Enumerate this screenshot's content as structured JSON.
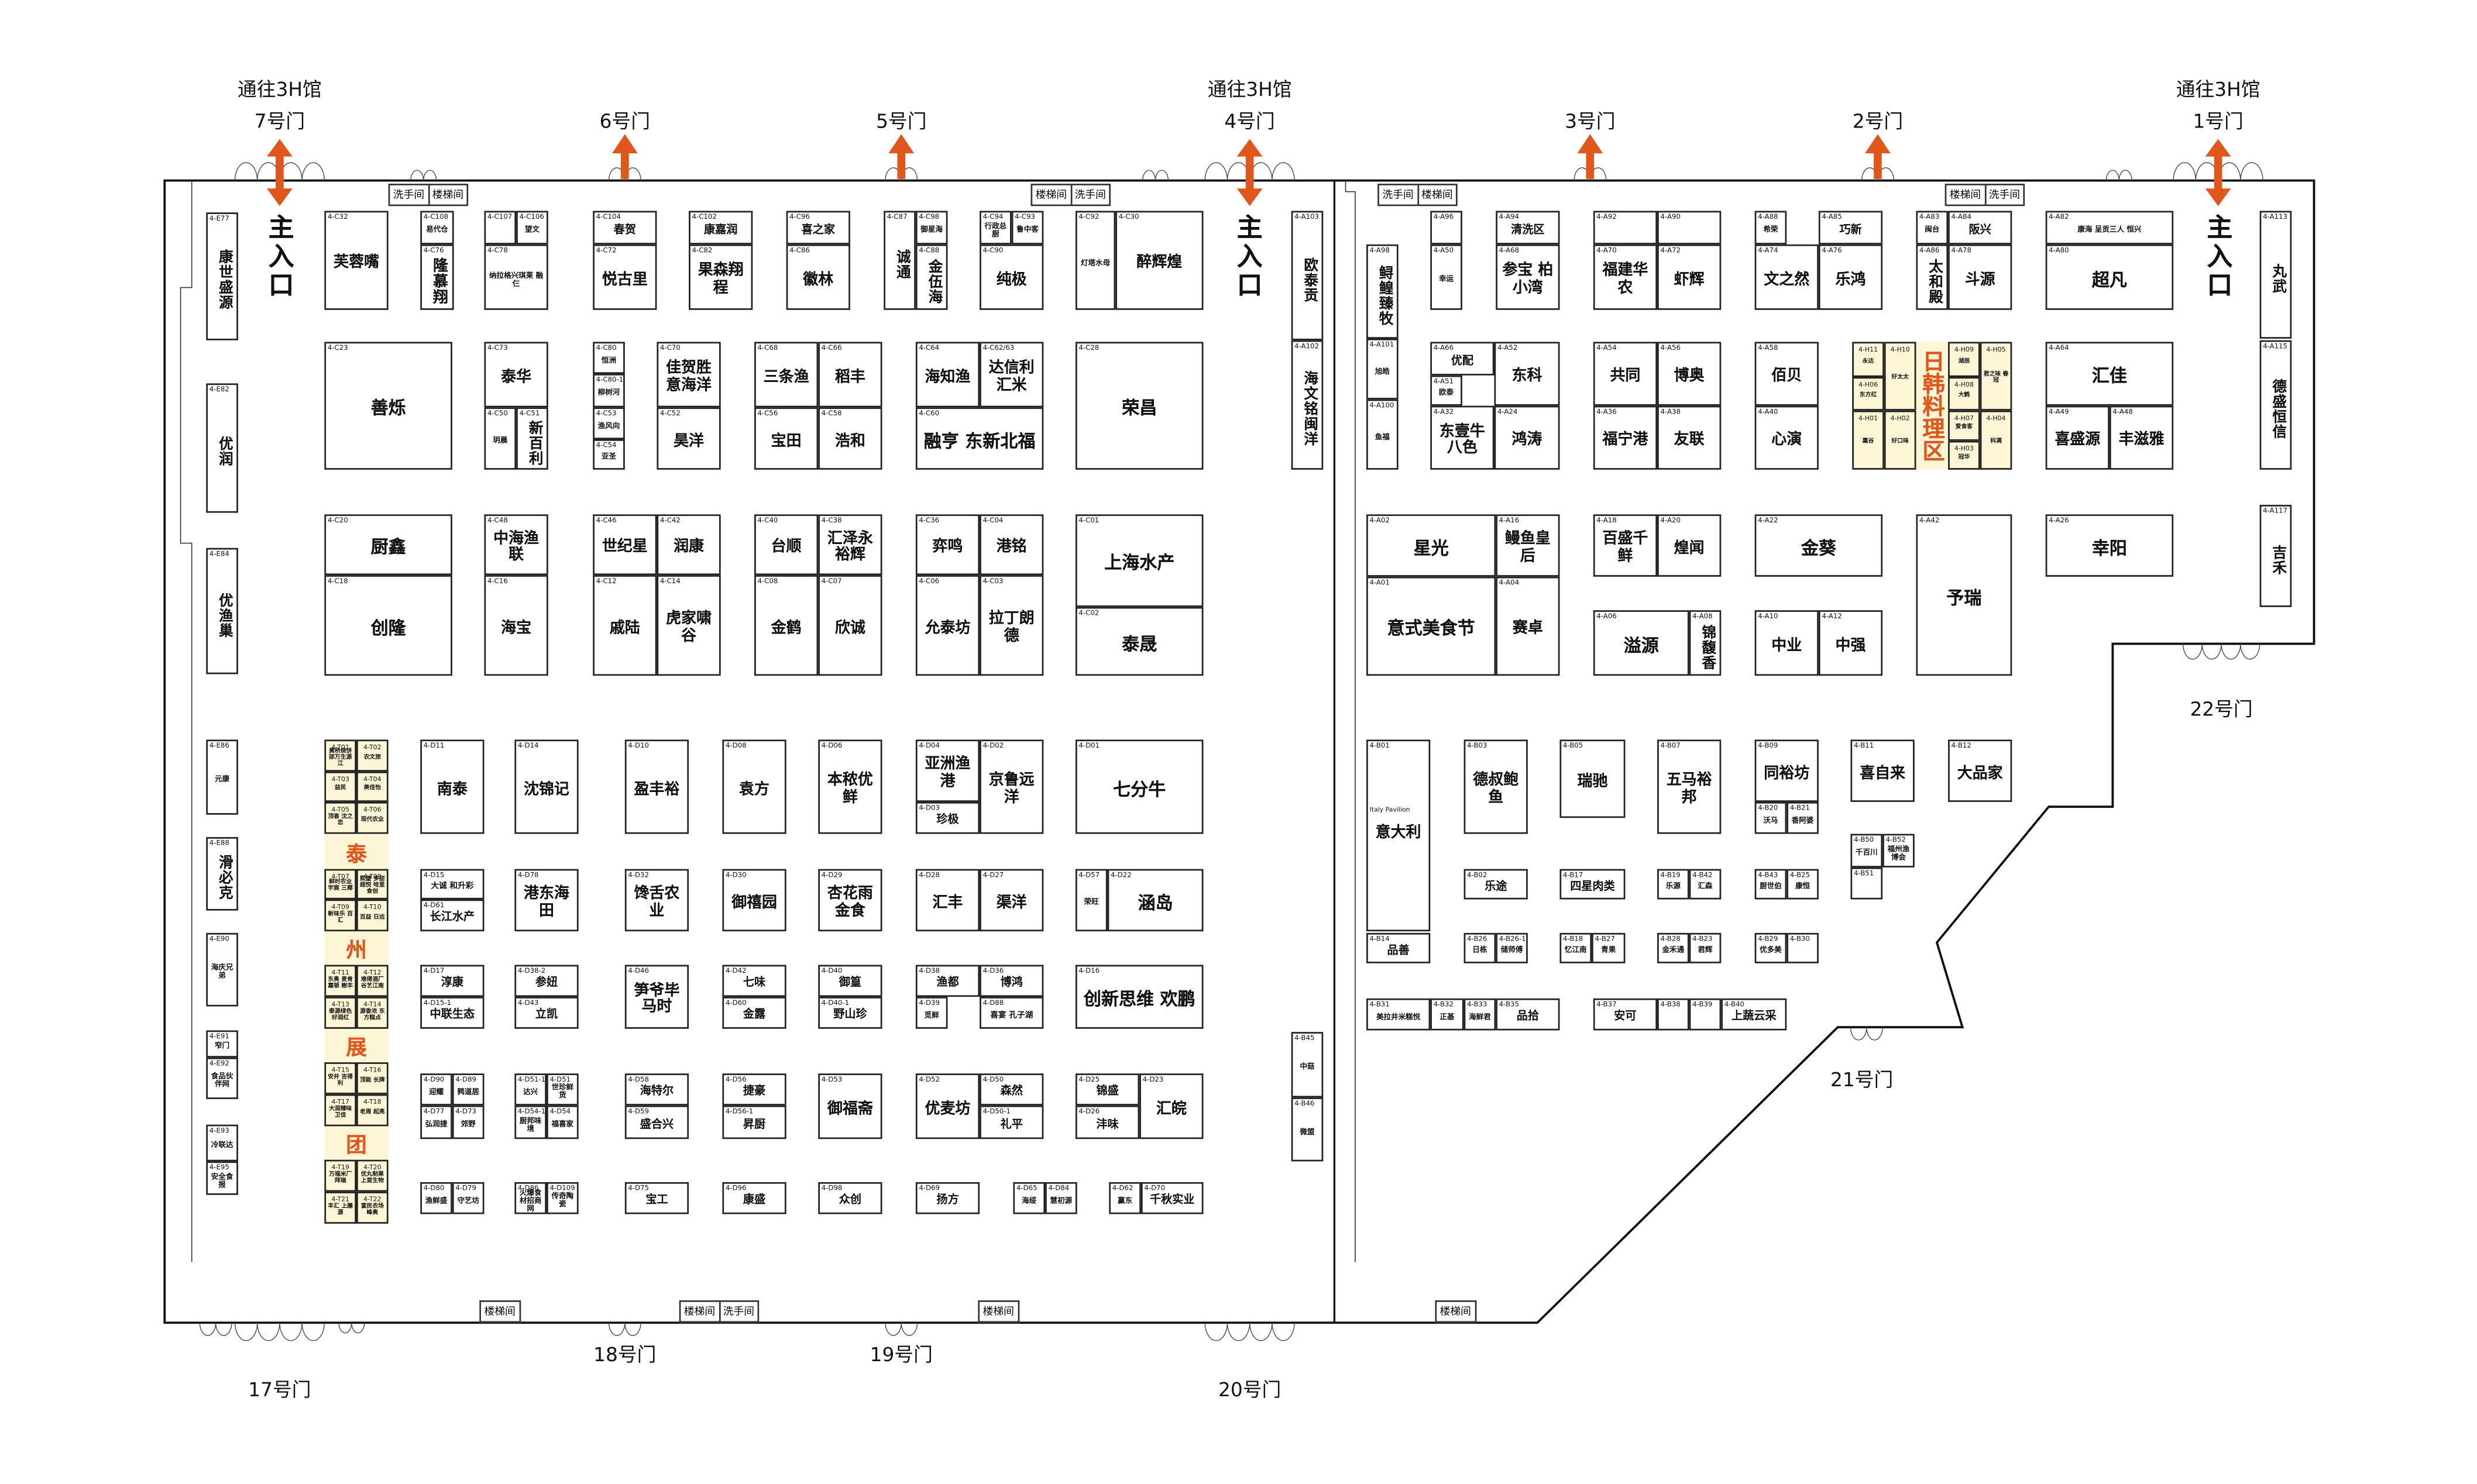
{
  "main_entrance": "主入口",
  "to_hall_note": "通往3H馆",
  "facilities": {
    "restroom": "洗手间",
    "stairs": "楼梯间"
  },
  "gates": {
    "g7": "7号门",
    "g6": "6号门",
    "g5": "5号门",
    "g4": "4号门",
    "g3": "3号门",
    "g2": "2号门",
    "g1": "1号门",
    "g17": "17号门",
    "g18": "18号门",
    "g19": "19号门",
    "g20": "20号门",
    "g21": "21号门",
    "g22": "22号门"
  },
  "zones": {
    "taizhou": [
      "泰",
      "州",
      "展",
      "团"
    ],
    "korean_japanese": "日韩料理区"
  },
  "colors": {
    "accent": "#e0561b",
    "zone_fill": "#fdf6d6"
  },
  "booths": [
    {
      "code": "4-E77",
      "name": "康世盛源"
    },
    {
      "code": "4-E82",
      "name": "优润"
    },
    {
      "code": "4-E84",
      "name": "优渔巢"
    },
    {
      "code": "4-E86",
      "name": "元康"
    },
    {
      "code": "4-E88",
      "name": "滑必克"
    },
    {
      "code": "4-E90",
      "name": "海庆兄弟"
    },
    {
      "code": "4-E91",
      "name": "窄门"
    },
    {
      "code": "4-E92",
      "name": "食品伙伴网"
    },
    {
      "code": "4-E93",
      "name": "冷联达"
    },
    {
      "code": "4-E95",
      "name": "安全食报"
    },
    {
      "code": "4-C32",
      "name": "芙蓉嘴"
    },
    {
      "code": "4-C108",
      "name": "易代仓"
    },
    {
      "code": "4-C76",
      "name": "隆慕翔"
    },
    {
      "code": "4-C107",
      "name": ""
    },
    {
      "code": "4-C106",
      "name": "望文"
    },
    {
      "code": "4-C78",
      "name": "纳拉格兴琪莱 融仨"
    },
    {
      "code": "4-C104",
      "name": "春贺"
    },
    {
      "code": "4-C72",
      "name": "悦古里"
    },
    {
      "code": "4-C102",
      "name": "康嘉润"
    },
    {
      "code": "4-C82",
      "name": "果森翔程"
    },
    {
      "code": "4-C96",
      "name": "喜之家"
    },
    {
      "code": "4-C86",
      "name": "徽林"
    },
    {
      "code": "4-C87",
      "name": "诚通"
    },
    {
      "code": "4-C98",
      "name": "御星海"
    },
    {
      "code": "4-C88",
      "name": "金伍海"
    },
    {
      "code": "4-C94",
      "name": "行政总厨"
    },
    {
      "code": "4-C93",
      "name": "鲁中客"
    },
    {
      "code": "4-C90",
      "name": "纯极"
    },
    {
      "code": "4-C92",
      "name": "灯塔水母"
    },
    {
      "code": "4-C30",
      "name": "醉辉煌"
    },
    {
      "code": "4-A103",
      "name": "欧泰贡"
    },
    {
      "code": "4-A102",
      "name": "海文铭闽洋"
    },
    {
      "code": "4-C23",
      "name": "善烁"
    },
    {
      "code": "4-C73",
      "name": "泰华"
    },
    {
      "code": "4-C50",
      "name": "玥晨"
    },
    {
      "code": "4-C51",
      "name": "新百利"
    },
    {
      "code": "4-C80",
      "name": "恒洲"
    },
    {
      "code": "4-C80-1",
      "name": "柳树河"
    },
    {
      "code": "4-C53",
      "name": "渔风向"
    },
    {
      "code": "4-C54",
      "name": "亚圣"
    },
    {
      "code": "4-C70",
      "name": "佳贺胜意海洋"
    },
    {
      "code": "4-C52",
      "name": "昊洋"
    },
    {
      "code": "4-C68",
      "name": "三条渔"
    },
    {
      "code": "4-C66",
      "name": "稻丰"
    },
    {
      "code": "4-C56",
      "name": "宝田"
    },
    {
      "code": "4-C58",
      "name": "浩和"
    },
    {
      "code": "4-C64",
      "name": "海知渔"
    },
    {
      "code": "4-C62/63",
      "name": "达信利汇米"
    },
    {
      "code": "4-C60",
      "name": "融亨 东新北福"
    },
    {
      "code": "4-C28",
      "name": "荣昌"
    },
    {
      "code": "4-C20",
      "name": "厨鑫"
    },
    {
      "code": "4-C18",
      "name": "创隆"
    },
    {
      "code": "4-C48",
      "name": "中海渔联"
    },
    {
      "code": "4-C16",
      "name": "海宝"
    },
    {
      "code": "4-C46",
      "name": "世纪星"
    },
    {
      "code": "4-C42",
      "name": "润康"
    },
    {
      "code": "4-C12",
      "name": "戚陆"
    },
    {
      "code": "4-C14",
      "name": "虎家啸谷"
    },
    {
      "code": "4-C40",
      "name": "台顺"
    },
    {
      "code": "4-C38",
      "name": "汇泽永裕辉"
    },
    {
      "code": "4-C08",
      "name": "金鹤"
    },
    {
      "code": "4-C07",
      "name": "欣诚"
    },
    {
      "code": "4-C36",
      "name": "弈鸣"
    },
    {
      "code": "4-C04",
      "name": "港铭"
    },
    {
      "code": "4-C06",
      "name": "允泰坊"
    },
    {
      "code": "4-C03",
      "name": "拉丁朗德"
    },
    {
      "code": "4-C01",
      "name": "上海水产"
    },
    {
      "code": "4-C02",
      "name": "泰晟"
    },
    {
      "code": "4-T01",
      "name": "黄桥烧饼 邵万生源江"
    },
    {
      "code": "4-T02",
      "name": "农文旅"
    },
    {
      "code": "4-T03",
      "name": "益民"
    },
    {
      "code": "4-T04",
      "name": "美佳怡"
    },
    {
      "code": "4-T05",
      "name": "顶香 沈之恋"
    },
    {
      "code": "4-T06",
      "name": "现代农业"
    },
    {
      "code": "4-T07",
      "name": "鲜时农业 宇宸 三椰"
    },
    {
      "code": "4-T08",
      "name": "熙望 多甜 超悦 哈里食创"
    },
    {
      "code": "4-T09",
      "name": "新味乐 百汇"
    },
    {
      "code": "4-T10",
      "name": "百益 日远"
    },
    {
      "code": "4-T11",
      "name": "东奥 麦肯嘉顿 榭丰"
    },
    {
      "code": "4-T12",
      "name": "难得酒厂 谷艺江南"
    },
    {
      "code": "4-T13",
      "name": "泰源绿色 好润红"
    },
    {
      "code": "4-T14",
      "name": "源香浓 东方糕点"
    },
    {
      "code": "4-T15",
      "name": "安井 吉得利"
    },
    {
      "code": "4-T16",
      "name": "顶能 长牌"
    },
    {
      "code": "4-T17",
      "name": "大润臻味 卫佳"
    },
    {
      "code": "4-T18",
      "name": "老周 起亮"
    },
    {
      "code": "4-T19",
      "name": "万福米厂 拜瑞"
    },
    {
      "code": "4-T20",
      "name": "优丸制果 上首生物"
    },
    {
      "code": "4-T21",
      "name": "丰汇 上膳源"
    },
    {
      "code": "4-T22",
      "name": "富民农场 峰奥"
    },
    {
      "code": "4-D11",
      "name": "南泰"
    },
    {
      "code": "4-D14",
      "name": "沈锦记"
    },
    {
      "code": "4-D10",
      "name": "盈丰裕"
    },
    {
      "code": "4-D08",
      "name": "袁方"
    },
    {
      "code": "4-D06",
      "name": "本秾优鲜"
    },
    {
      "code": "4-D04",
      "name": "亚洲渔港"
    },
    {
      "code": "4-D03",
      "name": "珍极"
    },
    {
      "code": "4-D02",
      "name": "京鲁远洋"
    },
    {
      "code": "4-D01",
      "name": "七分牛"
    },
    {
      "code": "4-D15",
      "name": "大诚 和升彩"
    },
    {
      "code": "4-D61",
      "name": "长江水产"
    },
    {
      "code": "4-D78",
      "name": "港东海田"
    },
    {
      "code": "4-D32",
      "name": "馋舌农业"
    },
    {
      "code": "4-D30",
      "name": "御禧园"
    },
    {
      "code": "4-D29",
      "name": "杏花雨金食"
    },
    {
      "code": "4-D28",
      "name": "汇丰"
    },
    {
      "code": "4-D27",
      "name": "渠洋"
    },
    {
      "code": "4-D57",
      "name": "荣旺"
    },
    {
      "code": "4-D22",
      "name": "涵岛"
    },
    {
      "code": "4-D17",
      "name": "淳康"
    },
    {
      "code": "4-D15-1",
      "name": "中联生态"
    },
    {
      "code": "4-D38-2",
      "name": "参妞"
    },
    {
      "code": "4-D43",
      "name": "立凯"
    },
    {
      "code": "4-D46",
      "name": "笋爷毕马时"
    },
    {
      "code": "4-D42",
      "name": "七味"
    },
    {
      "code": "4-D60",
      "name": "金露"
    },
    {
      "code": "4-D40",
      "name": "御篁"
    },
    {
      "code": "4-D40-1",
      "name": "野山珍"
    },
    {
      "code": "4-D38",
      "name": "渔都"
    },
    {
      "code": "4-D36",
      "name": "博鸿"
    },
    {
      "code": "4-D39",
      "name": "觅鲜"
    },
    {
      "code": "4-D88",
      "name": "喜宴 孔子湖"
    },
    {
      "code": "4-D16",
      "name": "创新思维 欢鹏"
    },
    {
      "code": "4-D90",
      "name": "迎耀"
    },
    {
      "code": "4-D89",
      "name": "鹑道居"
    },
    {
      "code": "4-D77",
      "name": "弘润捷"
    },
    {
      "code": "4-D73",
      "name": "郊野"
    },
    {
      "code": "4-D51-1",
      "name": "达兴"
    },
    {
      "code": "4-D51",
      "name": "世珍鲜货"
    },
    {
      "code": "4-D54-1",
      "name": "厨邦味境"
    },
    {
      "code": "4-D54",
      "name": "福喜家"
    },
    {
      "code": "4-D58",
      "name": "海特尔"
    },
    {
      "code": "4-D59",
      "name": "盛合兴"
    },
    {
      "code": "4-D56",
      "name": "捷豪"
    },
    {
      "code": "4-D56-1",
      "name": "昇厨"
    },
    {
      "code": "4-D53",
      "name": "御福斋"
    },
    {
      "code": "4-D52",
      "name": "优麦坊"
    },
    {
      "code": "4-D50",
      "name": "森然"
    },
    {
      "code": "4-D50-1",
      "name": "礼平"
    },
    {
      "code": "4-D25",
      "name": "锦盛"
    },
    {
      "code": "4-D26",
      "name": "沣味"
    },
    {
      "code": "4-D23",
      "name": "汇皖"
    },
    {
      "code": "4-D80",
      "name": "渔鲜盛"
    },
    {
      "code": "4-D79",
      "name": "守艺坊"
    },
    {
      "code": "4-D86",
      "name": "火爆食材招商网"
    },
    {
      "code": "4-D109",
      "name": "传奇陶瓷"
    },
    {
      "code": "4-D75",
      "name": "宝工"
    },
    {
      "code": "4-D96",
      "name": "康盛"
    },
    {
      "code": "4-D98",
      "name": "众创"
    },
    {
      "code": "4-D69",
      "name": "扬方"
    },
    {
      "code": "4-D65",
      "name": "海绥"
    },
    {
      "code": "4-D84",
      "name": "慧初源"
    },
    {
      "code": "4-D62",
      "name": "赢东"
    },
    {
      "code": "4-D70",
      "name": "千秋实业"
    },
    {
      "code": "4-B45",
      "name": "中菇"
    },
    {
      "code": "4-B46",
      "name": "微盟"
    },
    {
      "code": "4-A98",
      "name": "鲟鳇臻牧"
    },
    {
      "code": "4-A101",
      "name": "旭皓"
    },
    {
      "code": "4-A100",
      "name": "鱼福"
    },
    {
      "code": "4-A96",
      "name": ""
    },
    {
      "code": "4-A50",
      "name": "幸运"
    },
    {
      "code": "4-A94",
      "name": "清洗区"
    },
    {
      "code": "4-A68",
      "name": "参宝 柏小湾"
    },
    {
      "code": "4-A92",
      "name": ""
    },
    {
      "code": "4-A90",
      "name": ""
    },
    {
      "code": "4-A70",
      "name": "福建华农"
    },
    {
      "code": "4-A72",
      "name": "虾辉"
    },
    {
      "code": "4-A88",
      "name": "希荣"
    },
    {
      "code": "4-A85",
      "name": "巧新"
    },
    {
      "code": "4-A74",
      "name": "文之然"
    },
    {
      "code": "4-A76",
      "name": "乐鸿"
    },
    {
      "code": "4-A83",
      "name": "闽台"
    },
    {
      "code": "4-A84",
      "name": "阪兴"
    },
    {
      "code": "4-A86",
      "name": "太和殿"
    },
    {
      "code": "4-A78",
      "name": "斗源"
    },
    {
      "code": "4-A82",
      "name": "康海 呈贡三人 恒兴"
    },
    {
      "code": "4-A80",
      "name": "超凡"
    },
    {
      "code": "4-A113",
      "name": "丸武"
    },
    {
      "code": "4-A115",
      "name": "德盛恒信"
    },
    {
      "code": "4-A117",
      "name": "吉禾"
    },
    {
      "code": "4-A66",
      "name": "优配"
    },
    {
      "code": "4-A51",
      "name": "欧泰"
    },
    {
      "code": "4-A52",
      "name": "东科"
    },
    {
      "code": "4-A32",
      "name": "东壹牛八色"
    },
    {
      "code": "4-A24",
      "name": "鸿涛"
    },
    {
      "code": "4-A54",
      "name": "共同"
    },
    {
      "code": "4-A56",
      "name": "博奥"
    },
    {
      "code": "4-A36",
      "name": "福宁港"
    },
    {
      "code": "4-A38",
      "name": "友联"
    },
    {
      "code": "4-A58",
      "name": "佰贝"
    },
    {
      "code": "4-A40",
      "name": "心演"
    },
    {
      "code": "4-H11",
      "name": "永达"
    },
    {
      "code": "4-H10",
      "name": "好太太"
    },
    {
      "code": "4-H06",
      "name": "东方红"
    },
    {
      "code": "4-H01",
      "name": "嘉谷"
    },
    {
      "code": "4-H02",
      "name": "好口味"
    },
    {
      "code": "4-H09",
      "name": "湖辰"
    },
    {
      "code": "4-H05",
      "name": "君之味 春冠"
    },
    {
      "code": "4-H08",
      "name": "大鹤"
    },
    {
      "code": "4-H07",
      "name": "爱食客"
    },
    {
      "code": "4-H03",
      "name": "冠华"
    },
    {
      "code": "4-H04",
      "name": "科满"
    },
    {
      "code": "4-A64",
      "name": "汇佳"
    },
    {
      "code": "4-A49",
      "name": "喜盛源"
    },
    {
      "code": "4-A48",
      "name": "丰滋雅"
    },
    {
      "code": "4-A02",
      "name": "星光"
    },
    {
      "code": "4-A16",
      "name": "鳗鱼皇后"
    },
    {
      "code": "4-A01",
      "name": "意式美食节"
    },
    {
      "code": "4-A04",
      "name": "赛卓"
    },
    {
      "code": "4-A18",
      "name": "百盛千鲜"
    },
    {
      "code": "4-A20",
      "name": "煌闻"
    },
    {
      "code": "4-A06",
      "name": "溢源"
    },
    {
      "code": "4-A08",
      "name": "锦馥香"
    },
    {
      "code": "4-A22",
      "name": "金葵"
    },
    {
      "code": "4-A10",
      "name": "中业"
    },
    {
      "code": "4-A12",
      "name": "中强"
    },
    {
      "code": "4-A42",
      "name": "予瑞"
    },
    {
      "code": "4-A26",
      "name": "幸阳"
    },
    {
      "code": "4-B01",
      "name": "意大利",
      "sub": "Italy Pavilion"
    },
    {
      "code": "4-B03",
      "name": "德叔鲍鱼"
    },
    {
      "code": "4-B05",
      "name": "瑞驰"
    },
    {
      "code": "4-B07",
      "name": "五马裕邦"
    },
    {
      "code": "4-B09",
      "name": "同裕坊"
    },
    {
      "code": "4-B20",
      "name": "沃马"
    },
    {
      "code": "4-B21",
      "name": "香阿婆"
    },
    {
      "code": "4-B11",
      "name": "喜自来"
    },
    {
      "code": "4-B12",
      "name": "大品家"
    },
    {
      "code": "4-B50",
      "name": "千百川"
    },
    {
      "code": "4-B52",
      "name": "福州渔博会"
    },
    {
      "code": "4-B51",
      "name": ""
    },
    {
      "code": "4-B02",
      "name": "乐途"
    },
    {
      "code": "4-B17",
      "name": "四星肉类"
    },
    {
      "code": "4-B19",
      "name": "乐源"
    },
    {
      "code": "4-B42",
      "name": "汇森"
    },
    {
      "code": "4-B43",
      "name": "厨世伯"
    },
    {
      "code": "4-B25",
      "name": "康恒"
    },
    {
      "code": "4-B14",
      "name": "品善"
    },
    {
      "code": "4-B26",
      "name": "日栋"
    },
    {
      "code": "4-B26-1",
      "name": "储师傅"
    },
    {
      "code": "4-B18",
      "name": "忆江南"
    },
    {
      "code": "4-B27",
      "name": "青果"
    },
    {
      "code": "4-B28",
      "name": "金禾通"
    },
    {
      "code": "4-B23",
      "name": "君辉"
    },
    {
      "code": "4-B29",
      "name": "优多美"
    },
    {
      "code": "4-B30",
      "name": ""
    },
    {
      "code": "4-B31",
      "name": "美拉井米糕悦"
    },
    {
      "code": "4-B32",
      "name": "正基"
    },
    {
      "code": "4-B33",
      "name": "海鲜君"
    },
    {
      "code": "4-B35",
      "name": "品拾"
    },
    {
      "code": "4-B37",
      "name": "安可"
    },
    {
      "code": "4-B38",
      "name": ""
    },
    {
      "code": "4-B39",
      "name": ""
    },
    {
      "code": "4-B40",
      "name": "上蔬云采"
    }
  ]
}
